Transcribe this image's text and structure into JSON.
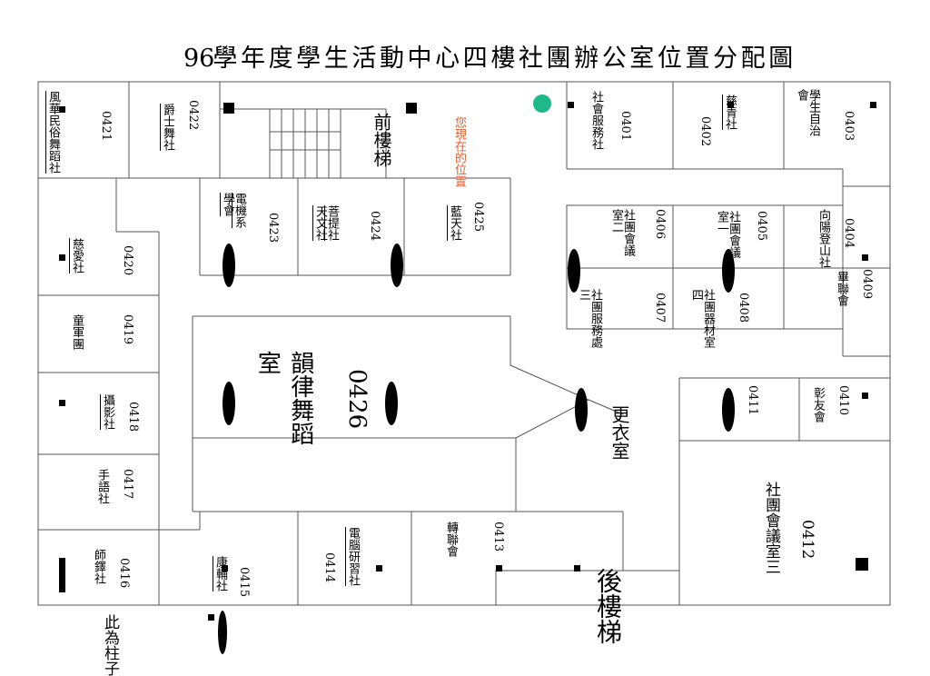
{
  "title": {
    "chars": [
      "96",
      "學",
      "年",
      "度",
      "學",
      "生",
      "活",
      "動",
      "中",
      "心",
      "四",
      "樓",
      "社",
      "團",
      "辦",
      "公",
      "室",
      "位",
      "置",
      "分",
      "配",
      "圖"
    ]
  },
  "you_are_here": "您現在的位置",
  "pillar_note": "此為柱子",
  "stairs": {
    "front": "前樓梯",
    "back": "後樓梯",
    "changing_room": "更衣室"
  },
  "rooms": [
    {
      "id": "r0401",
      "name": "社會服務社",
      "number": "0401"
    },
    {
      "id": "r0402",
      "name": "慈青社",
      "number": "0402"
    },
    {
      "id": "r0403",
      "name": "學生自治會",
      "number": "0403"
    },
    {
      "id": "r0404",
      "name": "向陽登山社",
      "number": "0404"
    },
    {
      "id": "r0405",
      "name": "社團會議室一",
      "number": "0405"
    },
    {
      "id": "r0406",
      "name": "社團會議室二",
      "number": "0406"
    },
    {
      "id": "r0407",
      "name": "社團服務處三",
      "number": "0407"
    },
    {
      "id": "r0408",
      "name": "社團器材室四",
      "number": "0408"
    },
    {
      "id": "r0409",
      "name": "畢聯會",
      "number": "0409"
    },
    {
      "id": "r0410",
      "name": "彰友會",
      "number": "0410"
    },
    {
      "id": "r0411",
      "name": "",
      "number": "0411"
    },
    {
      "id": "r0412",
      "name": "社團會議室三",
      "number": "0412"
    },
    {
      "id": "r0413",
      "name": "轉聯會",
      "number": "0413"
    },
    {
      "id": "r0414",
      "name": "電腦研習社",
      "number": "0414"
    },
    {
      "id": "r0415",
      "name": "康輔社",
      "number": "0415"
    },
    {
      "id": "r0416",
      "name": "師鐸社",
      "number": "0416"
    },
    {
      "id": "r0417",
      "name": "手語社",
      "number": "0417"
    },
    {
      "id": "r0418",
      "name": "攝影社",
      "number": "0418"
    },
    {
      "id": "r0419",
      "name": "童軍團",
      "number": "0419"
    },
    {
      "id": "r0420",
      "name": "慈愛社",
      "number": "0420"
    },
    {
      "id": "r0421",
      "name": "風華民俗舞蹈社",
      "number": "0421"
    },
    {
      "id": "r0422",
      "name": "爵士舞社",
      "number": "0422"
    },
    {
      "id": "r0423",
      "name": "電機系學會",
      "number": "0423"
    },
    {
      "id": "r0424",
      "name": "菩提社天文社",
      "number": "0424"
    },
    {
      "id": "r0425",
      "name": "藍天社",
      "number": "0425"
    },
    {
      "id": "r0426",
      "name": "韻律舞蹈室",
      "number": "0426"
    }
  ],
  "colors": {
    "you_are_here_dot": "#1fb88a",
    "you_are_here_text": "#e05a2a",
    "lines": "#555555"
  }
}
